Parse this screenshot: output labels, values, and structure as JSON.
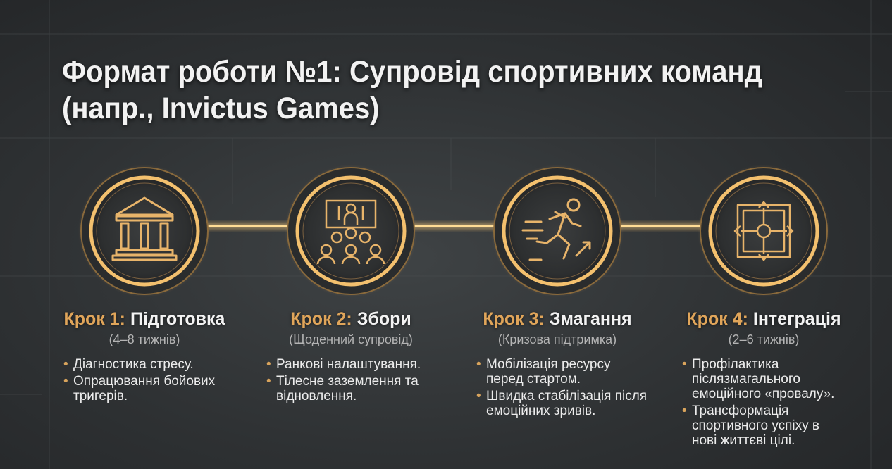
{
  "title": "Формат роботи №1: Супровід спортивних команд (напр., Invictus Games)",
  "accent": "#e0a55a",
  "steps": [
    {
      "num": "Крок 1:",
      "name": "Підготовка",
      "sub": "(4–8 тижнів)",
      "icon": "institution-icon",
      "bullets": [
        "Діагностика стресу.",
        "Опрацювання бойових тригерів."
      ]
    },
    {
      "num": "Крок 2:",
      "name": "Збори",
      "sub": "(Щоденний супровід)",
      "icon": "group-session-icon",
      "bullets": [
        "Ранкові налаштування.",
        "Тілесне заземлення та відновлення."
      ]
    },
    {
      "num": "Крок 3:",
      "name": "Змагання",
      "sub": "(Кризова підтримка)",
      "icon": "runner-icon",
      "bullets": [
        "Мобілізація ресурсу перед стартом.",
        "Швидка стабілізація після емоційних зривів."
      ]
    },
    {
      "num": "Крок 4:",
      "name": "Інтеграція",
      "sub": "(2–6 тижнів)",
      "icon": "integration-arrows-icon",
      "bullets": [
        "Профілактика післязмагального емоційного «провалу».",
        "Трансформація спортивного успіху в нові життєві цілі."
      ]
    }
  ]
}
